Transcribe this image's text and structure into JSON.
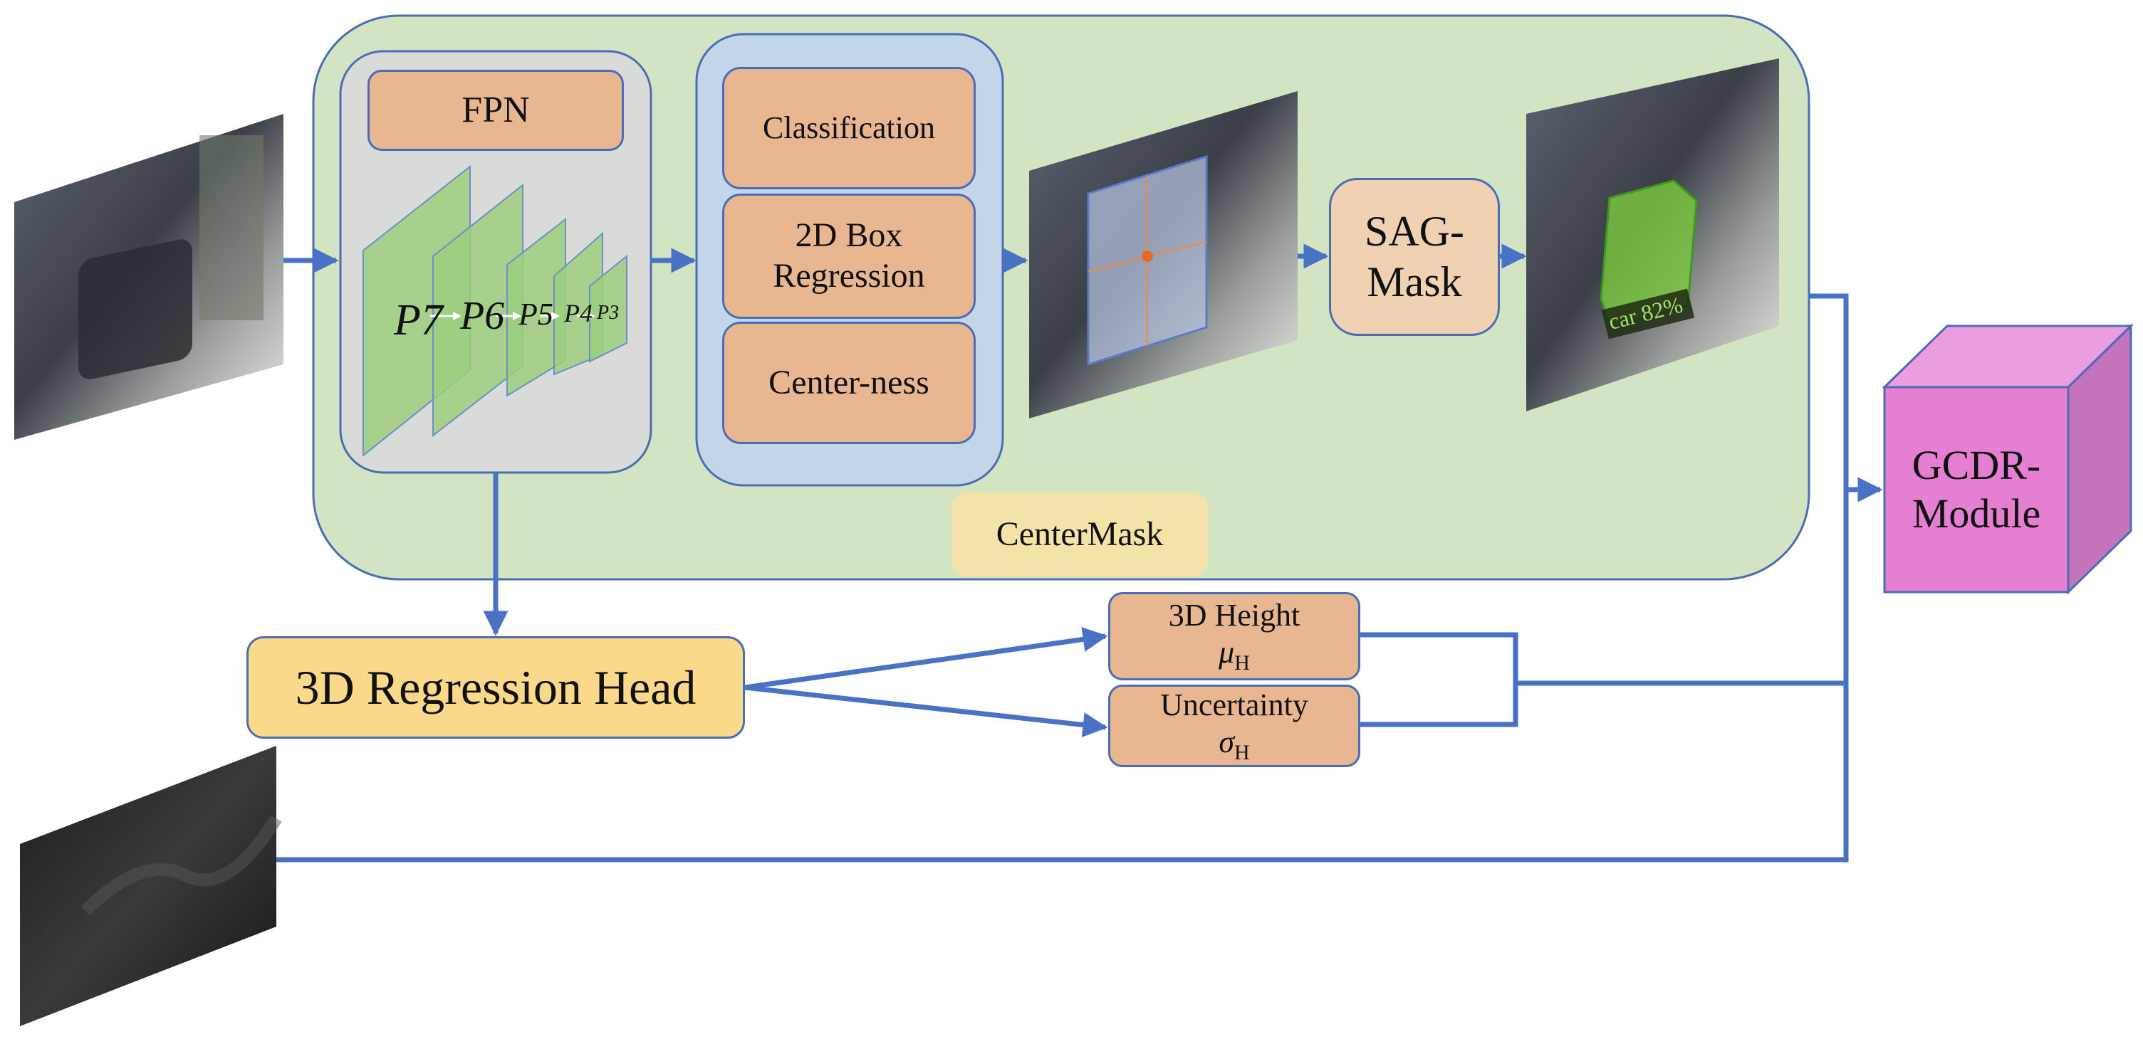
{
  "centermask": {
    "label": "CenterMask",
    "fpn": {
      "label": "FPN",
      "levels": [
        "P7",
        "P6",
        "P5",
        "P4",
        "P3"
      ]
    },
    "heads": [
      "Classification",
      "2D Box\nRegression",
      "Center-ness"
    ],
    "sag_mask": "SAG-\nMask",
    "detection_label": "car 82%"
  },
  "regression_head": "3D Regression Head",
  "height_output": {
    "title": "3D Height",
    "symbol": "μ",
    "subscript": "H"
  },
  "uncertainty_output": {
    "title": "Uncertainty",
    "symbol": "σ",
    "subscript": "H"
  },
  "gcdr_module": "GCDR-\nModule",
  "colors": {
    "centermask_bg": "#d3e4c2",
    "fpn_bg": "#d9dbd8",
    "heads_bg": "#c3d5e8",
    "head_box": "#e8b792",
    "sag_box": "#f0d2b3",
    "centermask_label_bg": "#f3e3a8",
    "regression_head_bg": "#fad98a",
    "gcdr_front": "#e57fd2",
    "gcdr_top": "#ea9edf",
    "gcdr_side": "#c673bb",
    "arrow": "#4a72c4",
    "feature_green": "#9cce7e"
  }
}
